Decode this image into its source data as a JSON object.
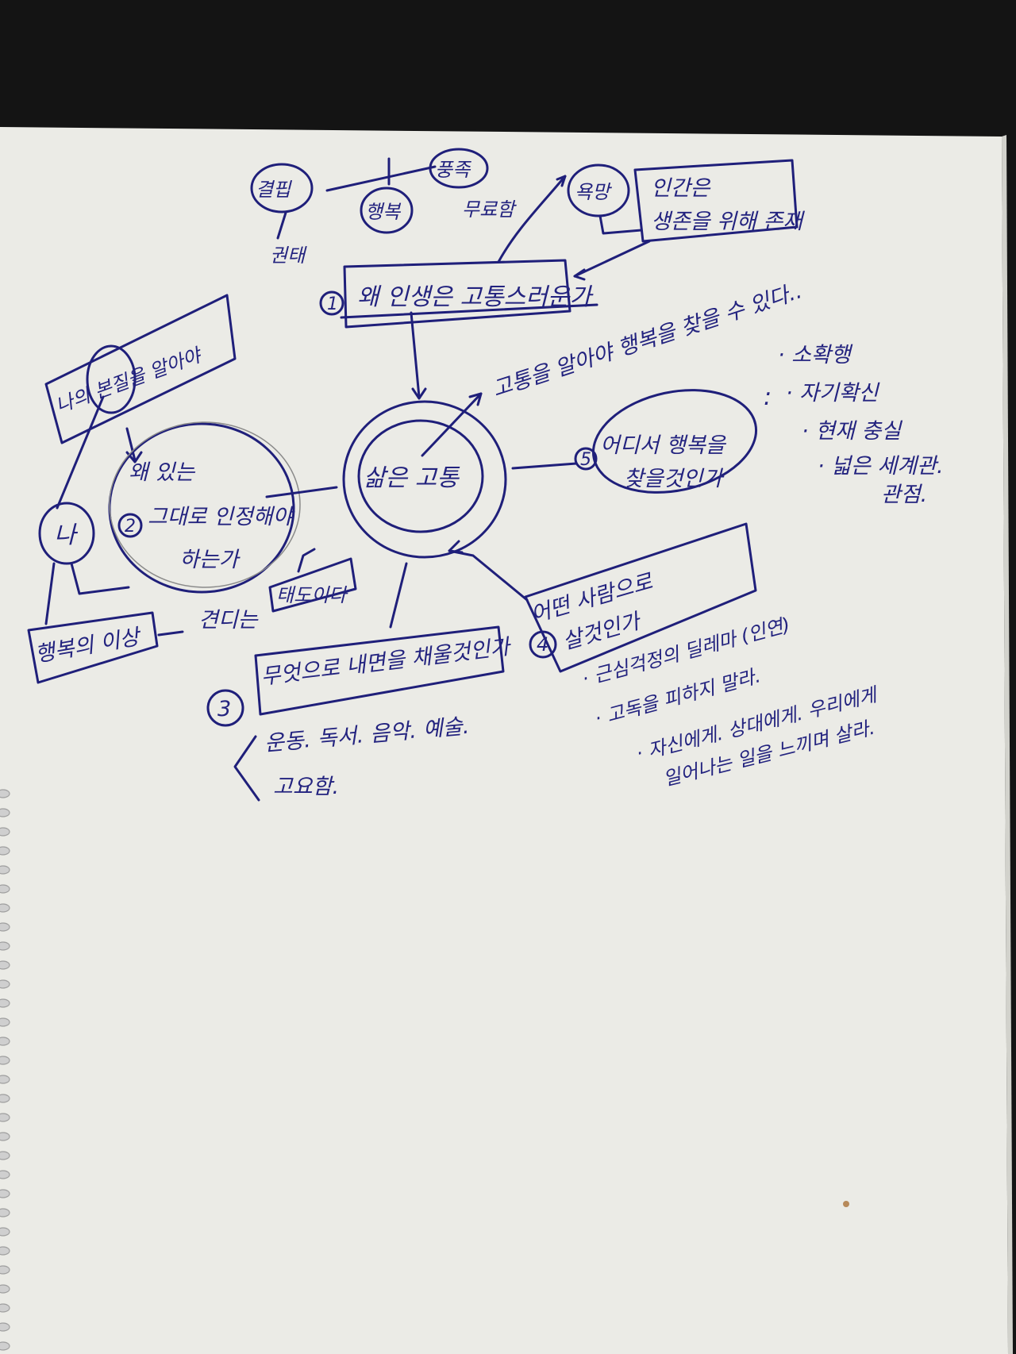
{
  "note": {
    "center": "삶은 고통",
    "q1": "왜 인생은 고통스러운가",
    "q2": "왜 있는 그대로 인정해야 하는가",
    "q3": "무엇으로 내면을 채울것인가",
    "q4": "어떤 사람으로 살것인가",
    "q5": "어디서 행복을 찾을것인가",
    "top_left": "결핍",
    "top_left_sub": "권태",
    "top_mid": "행복",
    "top_right": "풍족",
    "top_right_sub": "무료함",
    "desire": "욕망",
    "desire_note": "인간은 생존을 위해 존재",
    "happiness_line": "고통을 알아야 행복을 찾을 수 있다..",
    "self_box": "나의 본질을 알아야",
    "circle_me": "나",
    "badge_2": "②",
    "happy_ideal": "행복의 이상",
    "mind_label": "견디는",
    "mind_tag": "태도이다",
    "q3_items": "운동. 독서. 음악. 예술.",
    "q3_items2": "고요함.",
    "q4_items": [
      "· 근심걱정의 딜레마 (인연)",
      "· 고독을 피하지 말라.",
      "· 자신에게. 상대에게. 우리에게",
      "일어나는 일을 느끼며 살라."
    ],
    "q5_items": [
      "· 소확행",
      "· 자기확신",
      "· 현재 충실",
      "· 넓은 세계관.",
      "관점."
    ]
  }
}
